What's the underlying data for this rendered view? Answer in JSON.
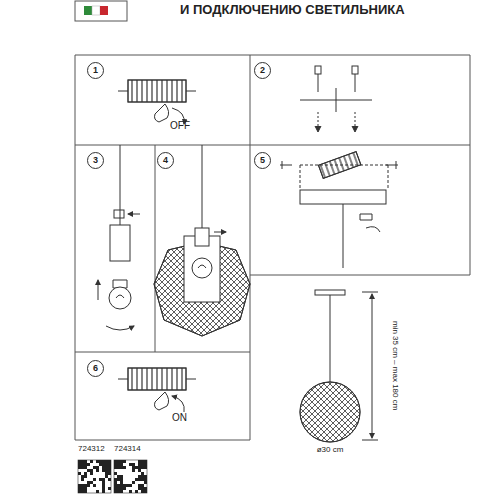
{
  "diagram": {
    "title": "И ПОДКЛЮЧЕНИЮ СВЕТИЛЬНИКА",
    "nodes": [
      {
        "text": [
          "1"
        ]
      },
      {
        "text": [
          "2"
        ]
      },
      {
        "text": [
          "3"
        ]
      },
      {
        "text": [
          "4"
        ]
      },
      {
        "text": [
          "5"
        ]
      },
      {
        "text": [
          "6"
        ]
      }
    ],
    "labels": [
      "OFF",
      "ON",
      "724312",
      "724314",
      "min 35 cm – max 180 cm",
      "ø30 cm"
    ]
  }
}
